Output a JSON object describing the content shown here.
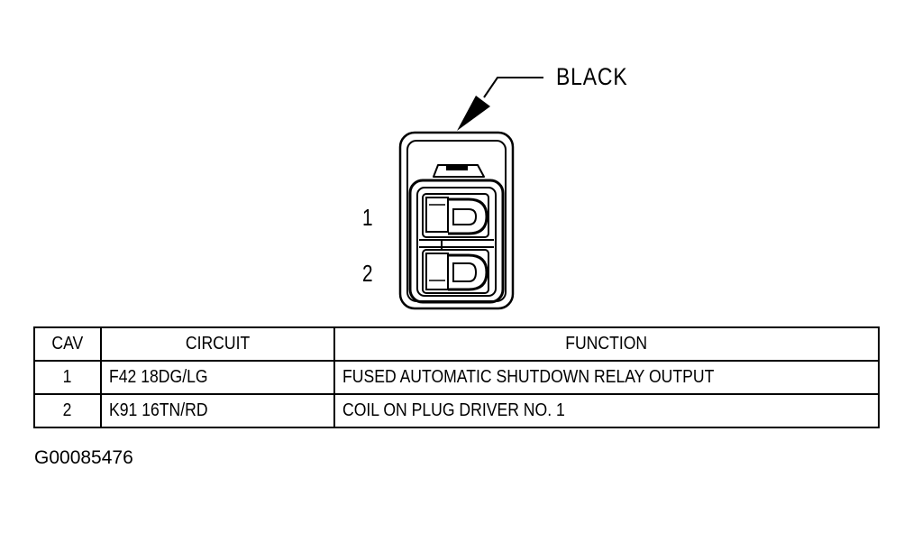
{
  "connector": {
    "color_label": "BLACK",
    "pin_labels": [
      "1",
      "2"
    ]
  },
  "table": {
    "headers": {
      "cav": "CAV",
      "circuit": "CIRCUIT",
      "function": "FUNCTION"
    },
    "rows": [
      {
        "cav": "1",
        "circuit": "F42 18DG/LG",
        "function": "FUSED AUTOMATIC SHUTDOWN RELAY OUTPUT"
      },
      {
        "cav": "2",
        "circuit": "K91 16TN/RD",
        "function": "COIL ON PLUG DRIVER NO. 1"
      }
    ]
  },
  "figure_id": "G00085476"
}
